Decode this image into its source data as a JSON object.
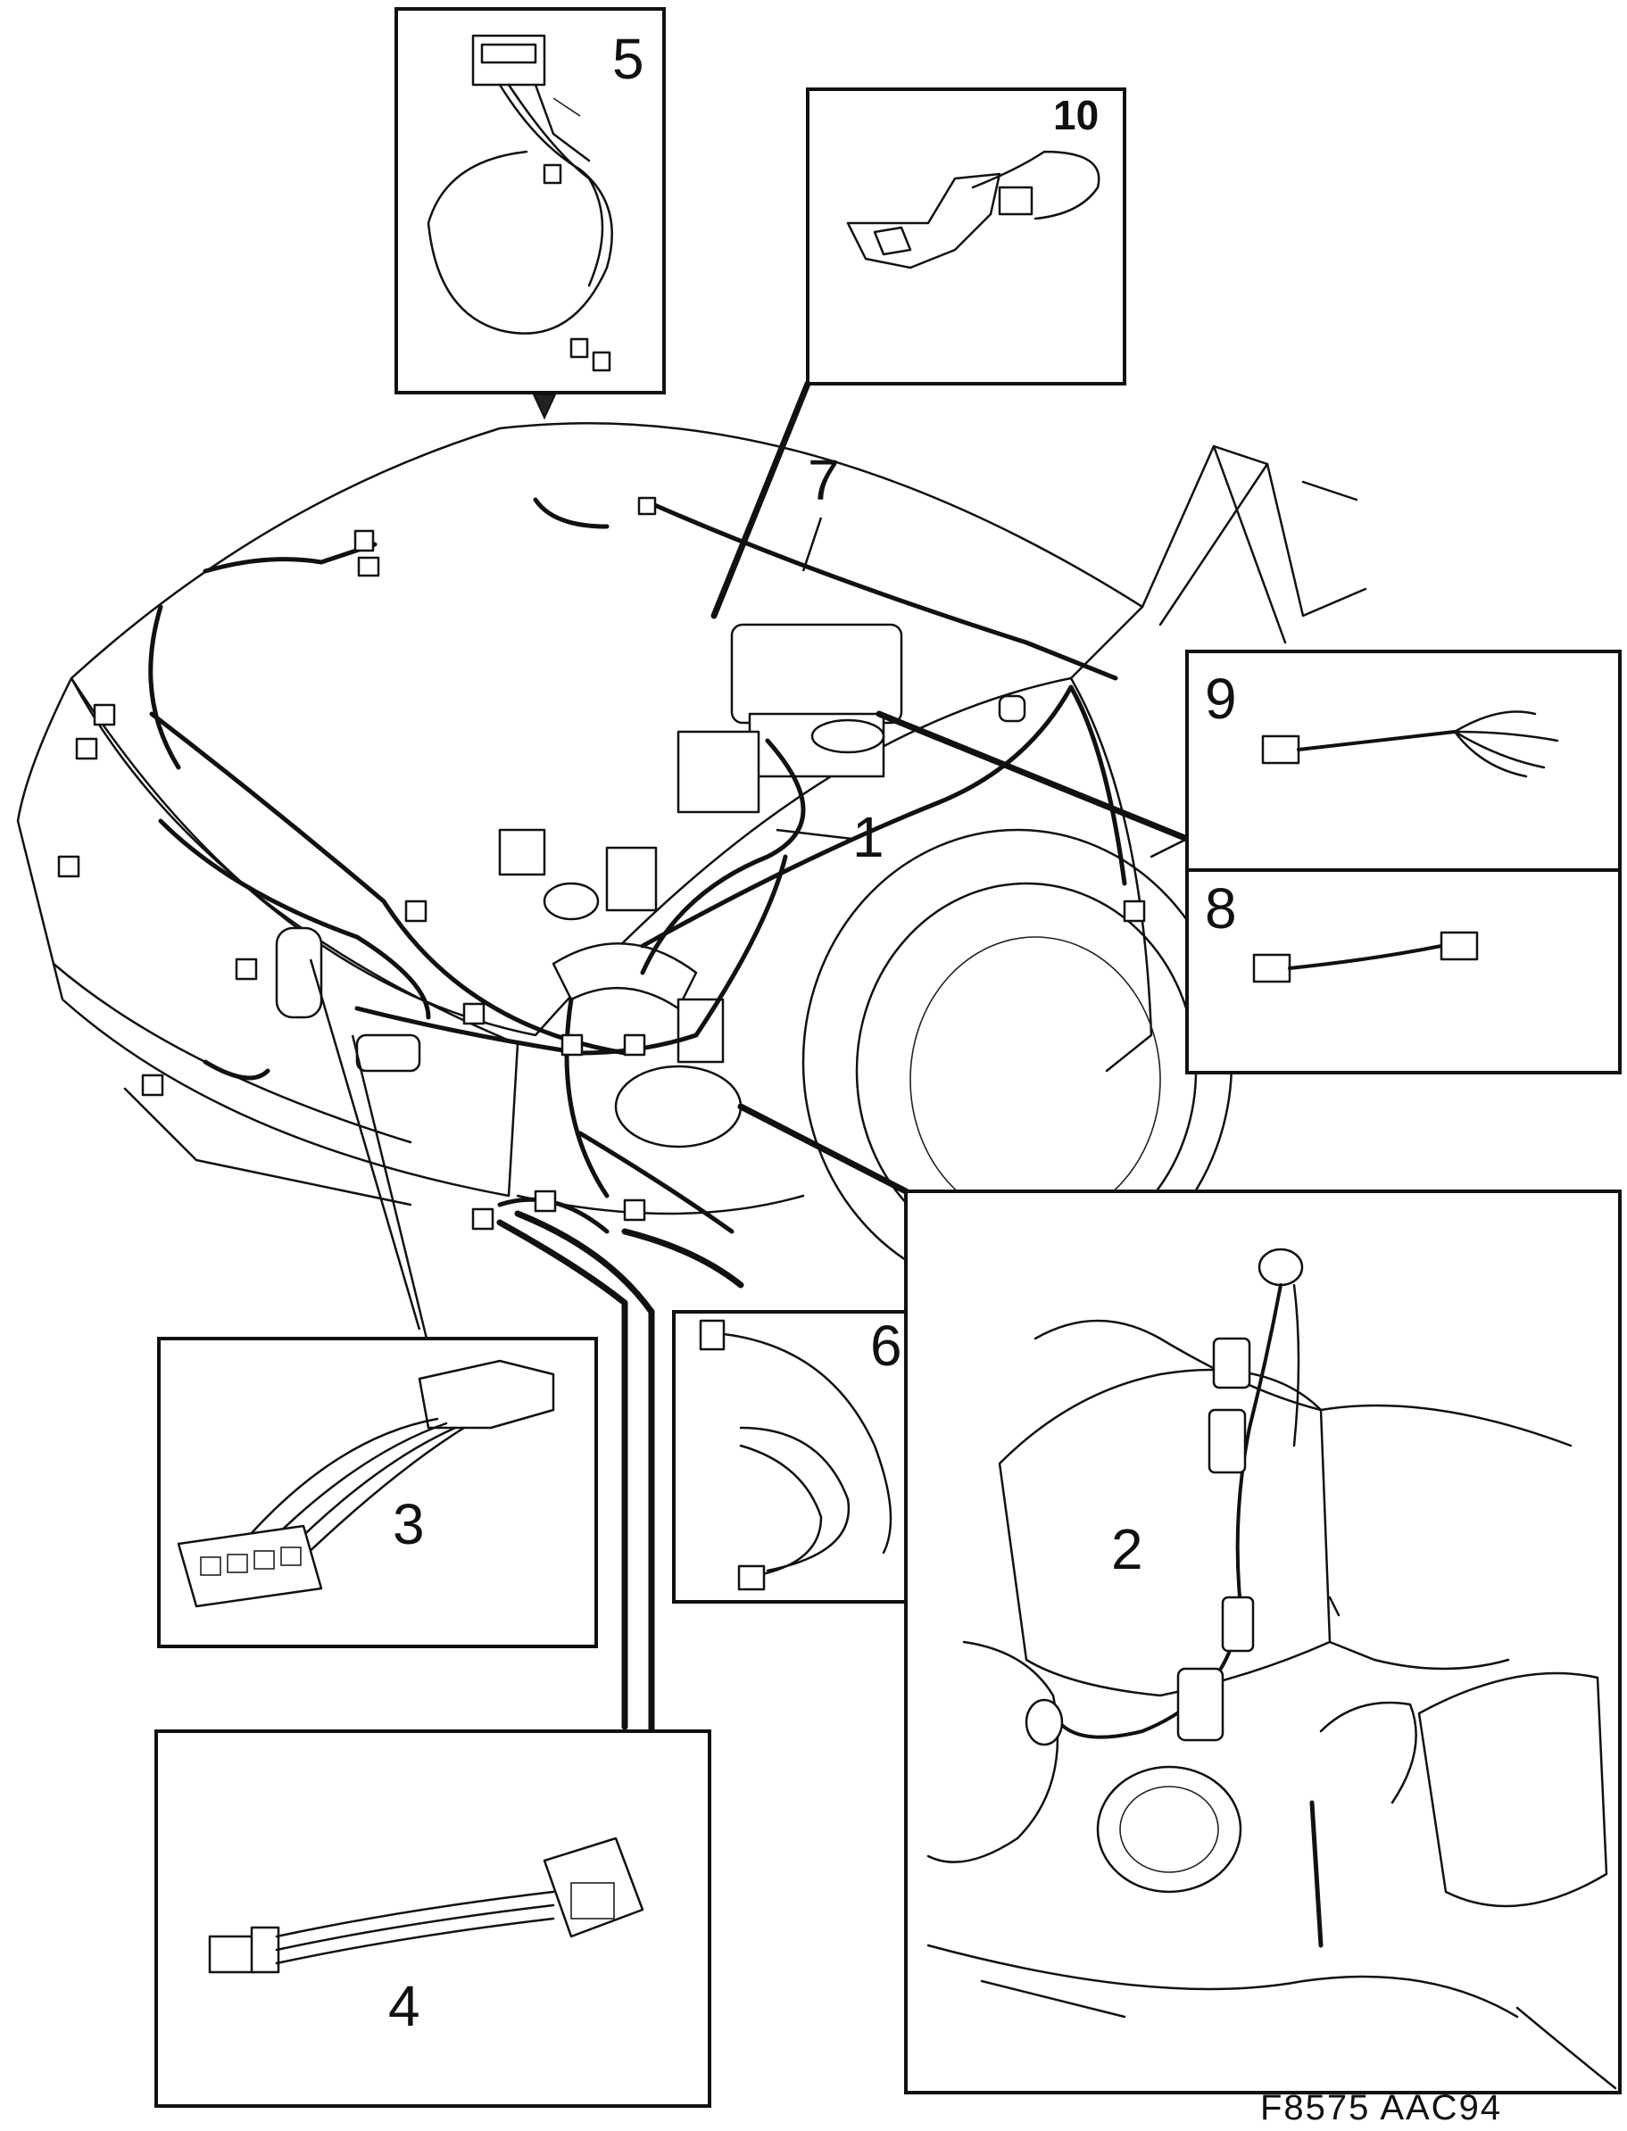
{
  "callouts": {
    "c1": "1",
    "c2": "2",
    "c3": "3",
    "c4": "4",
    "c5": "5",
    "c6": "6",
    "c7": "7",
    "c8": "8",
    "c9": "9",
    "c10": "10"
  },
  "figure_code": "F8575  AAC94"
}
